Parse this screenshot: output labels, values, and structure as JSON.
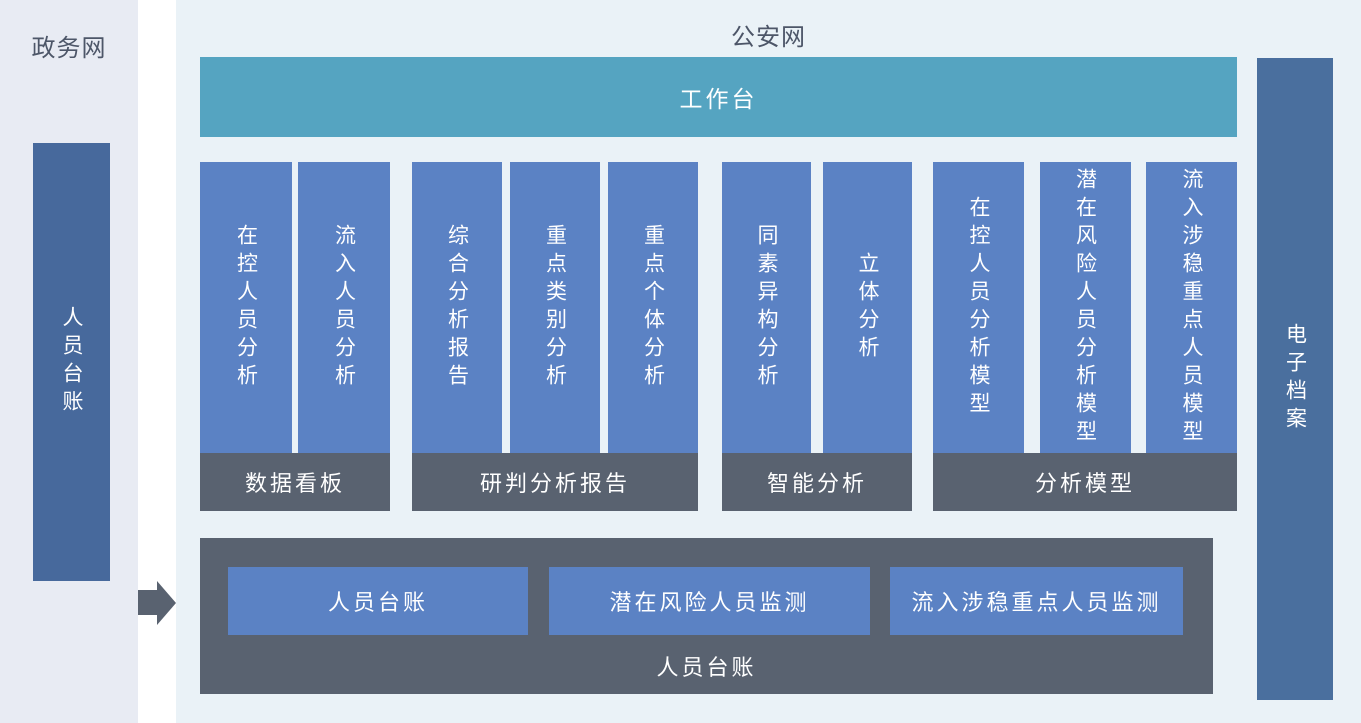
{
  "left_panel": {
    "title": "政务网",
    "ledger_bar_label": "人员台账"
  },
  "main_panel": {
    "network_title": "公安网",
    "workbench_label": "工作台",
    "groups": [
      {
        "label": "数据看板",
        "columns": [
          "在控人员分析",
          "流入人员分析"
        ]
      },
      {
        "label": "研判分析报告",
        "columns": [
          "综合分析报告",
          "重点类别分析",
          "重点个体分析"
        ]
      },
      {
        "label": "智能分析",
        "columns": [
          "同素异构分析",
          "立体分析"
        ]
      },
      {
        "label": "分析模型",
        "columns": [
          "在控人员分析模型",
          "潜在风险人员分析模型",
          "流入涉稳重点人员模型"
        ]
      }
    ],
    "bottom_box": {
      "label": "人员台账",
      "buttons": [
        "人员台账",
        "潜在风险人员监测",
        "流入涉稳重点人员监测"
      ]
    }
  },
  "right_bar": {
    "label": "电子档案"
  },
  "icons": {
    "flow_arrow": "right-arrow-icon"
  },
  "colors": {
    "left_panel_bg": "#e8ebf3",
    "main_panel_bg": "#eaf2f7",
    "workbench_teal": "#55a4c1",
    "module_blue": "#5b82c4",
    "side_bar_left_blue": "#47699c",
    "side_bar_right_blue": "#4a6f9e",
    "dark_gray": "#596270",
    "title_text": "#4d5668",
    "module_text": "#ffffff"
  }
}
